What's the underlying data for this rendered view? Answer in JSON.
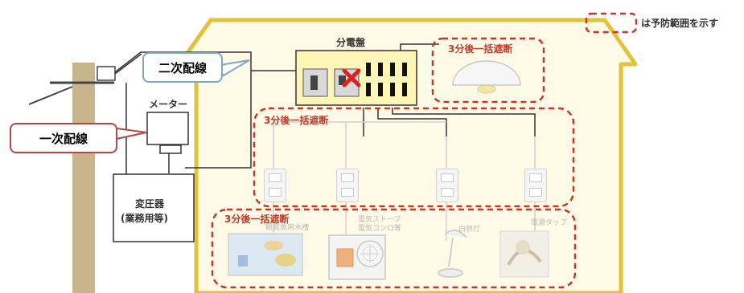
{
  "legend": {
    "text": "は予防範囲を示す"
  },
  "labels": {
    "distribution_board": "分電盤",
    "meter": "メーター",
    "transformer_line1": "変圧器",
    "transformer_line2": "(業務用等)",
    "secondary_wiring": "二次配線",
    "primary_wiring": "一次配線"
  },
  "zones": {
    "ceiling": "3分後一括遮断",
    "outlets": "3分後一括遮断",
    "appliances": "3分後一括遮断"
  },
  "appliances": {
    "aquarium": "観賞魚用水槽",
    "heater_line1": "電気ストーブ",
    "heater_line2": "電気コンロ等",
    "desk_lamp": "白熱灯",
    "stand": "電源タップ"
  },
  "colors": {
    "zone_border": "#c0392b",
    "house_fill": "#fffbe6",
    "house_stroke": "#e2c23a",
    "pole": "#c8b58c",
    "panel_fill": "#fff6b8",
    "callout_secondary": "#7fa7c9",
    "callout_primary": "#b04a47"
  },
  "icons": [
    "breaker-x-icon",
    "ceiling-light-icon",
    "outlet-icon",
    "aquarium-icon",
    "heater-icon",
    "desk-lamp-icon",
    "stand-icon"
  ]
}
